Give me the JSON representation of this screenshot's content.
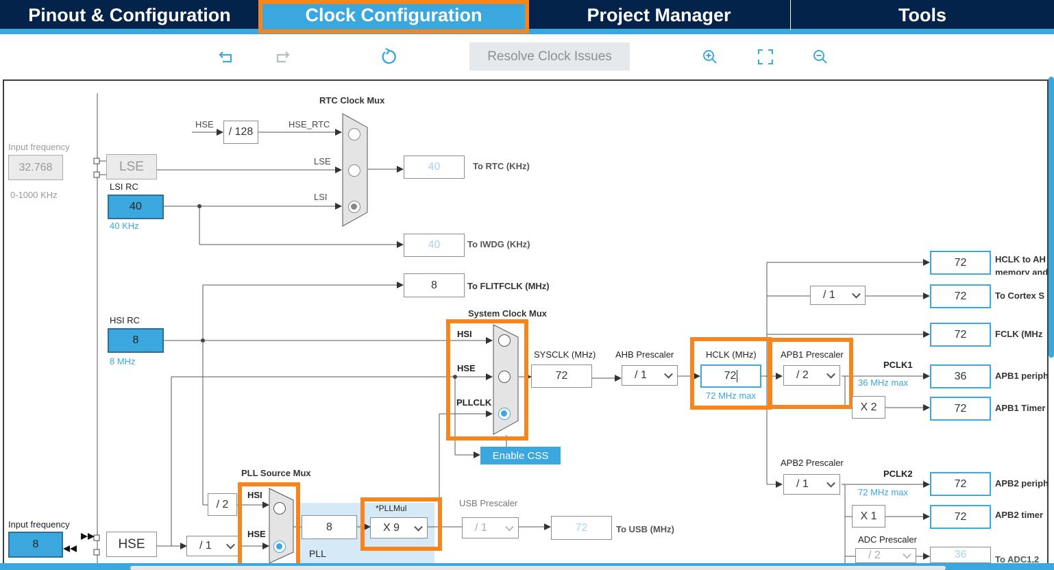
{
  "tabs": {
    "pinout": "Pinout & Configuration",
    "clock": "Clock Configuration",
    "project": "Project Manager",
    "tools": "Tools"
  },
  "toolbar": {
    "undo_icon": "undo-icon",
    "redo_icon": "redo-icon",
    "refresh_icon": "refresh-icon",
    "resolve_label": "Resolve Clock Issues",
    "zoom_in_icon": "zoom-in-icon",
    "fit_icon": "fit-screen-icon",
    "zoom_out_icon": "zoom-out-icon"
  },
  "lse_section": {
    "input_freq_label": "Input frequency",
    "input_value": "32.768",
    "range": "0-1000 KHz",
    "lse_label": "LSE",
    "lsi_rc_label": "LSI RC",
    "lsi_value": "40",
    "lsi_khz": "40 KHz"
  },
  "rtc": {
    "mux_title": "RTC Clock Mux",
    "hse_label": "HSE",
    "div128": "/ 128",
    "hse_rtc": "HSE_RTC",
    "lse": "LSE",
    "lsi": "LSI",
    "to_rtc_value": "40",
    "to_rtc_label": "To RTC (KHz)",
    "to_iwdg_value": "40",
    "to_iwdg_label": "To IWDG (KHz)"
  },
  "flit": {
    "value": "8",
    "label": "To FLITFCLK (MHz)"
  },
  "hsi": {
    "label": "HSI RC",
    "value": "8",
    "mhz": "8 MHz"
  },
  "sysmux": {
    "title": "System Clock Mux",
    "hsi": "HSI",
    "hse": "HSE",
    "pllclk": "PLLCLK",
    "enable_css": "Enable CSS"
  },
  "sysclk": {
    "label": "SYSCLK (MHz)",
    "value": "72"
  },
  "ahb": {
    "label": "AHB Prescaler",
    "value": "/ 1"
  },
  "hclk": {
    "label": "HCLK (MHz)",
    "value": "72",
    "max": "72 MHz max"
  },
  "apb1": {
    "label": "APB1 Prescaler",
    "value": "/ 2",
    "pclk1": "PCLK1",
    "max": "36 MHz max",
    "x2": "X 2"
  },
  "apb2": {
    "label": "APB2 Prescaler",
    "value": "/ 1",
    "pclk2": "PCLK2",
    "max": "72 MHz max",
    "x1": "X 1"
  },
  "cortex_div": "/ 1",
  "outputs": {
    "hclk_ahb_value": "72",
    "hclk_ahb_label": "HCLK to AH",
    "hclk_ahb_label2": "memory and",
    "cortex_value": "72",
    "cortex_label": "To Cortex S",
    "fclk_value": "72",
    "fclk_label": "FCLK (MHz",
    "apb1_periph_value": "36",
    "apb1_periph_label": "APB1 periph",
    "apb1_timer_value": "72",
    "apb1_timer_label": "APB1 Timer",
    "apb2_periph_value": "72",
    "apb2_periph_label": "APB2 periph",
    "apb2_timer_value": "72",
    "apb2_timer_label": "APB2 timer",
    "adc_label": "ADC Prescaler",
    "adc_div": "/ 2",
    "adc_value": "36",
    "adc_out_label": "To ADC1,2"
  },
  "hse_section": {
    "input_freq_label": "Input frequency",
    "input_value": "8",
    "hse_label": "HSE",
    "div1": "/ 1"
  },
  "pll": {
    "src_mux_title": "PLL Source Mux",
    "hsi_div2": "/ 2",
    "hsi": "HSI",
    "hse": "HSE",
    "value": "8",
    "pll_label": "PLL",
    "mul_label": "*PLLMul",
    "mul_value": "X 9"
  },
  "usb": {
    "label": "USB Prescaler",
    "div": "/ 1",
    "value": "72",
    "out_label": "To USB (MHz)"
  }
}
